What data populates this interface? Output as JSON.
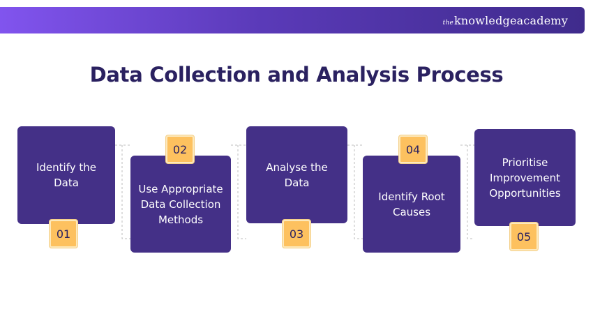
{
  "brand": {
    "prefix": "the",
    "name": "knowledgeacademy"
  },
  "title": "Data Collection and Analysis Process",
  "steps": [
    {
      "number": "01",
      "label": "Identify the Data"
    },
    {
      "number": "02",
      "label": "Use Appropriate Data Collection Methods"
    },
    {
      "number": "03",
      "label": "Analyse the Data"
    },
    {
      "number": "04",
      "label": "Identify Root Causes"
    },
    {
      "number": "05",
      "label": "Prioritise Improvement Opportunities"
    }
  ],
  "colors": {
    "box": "#443087",
    "badge": "#fdc15f",
    "title": "#2a2160",
    "banner_start": "#8154ee",
    "banner_end": "#3f2b8c"
  }
}
